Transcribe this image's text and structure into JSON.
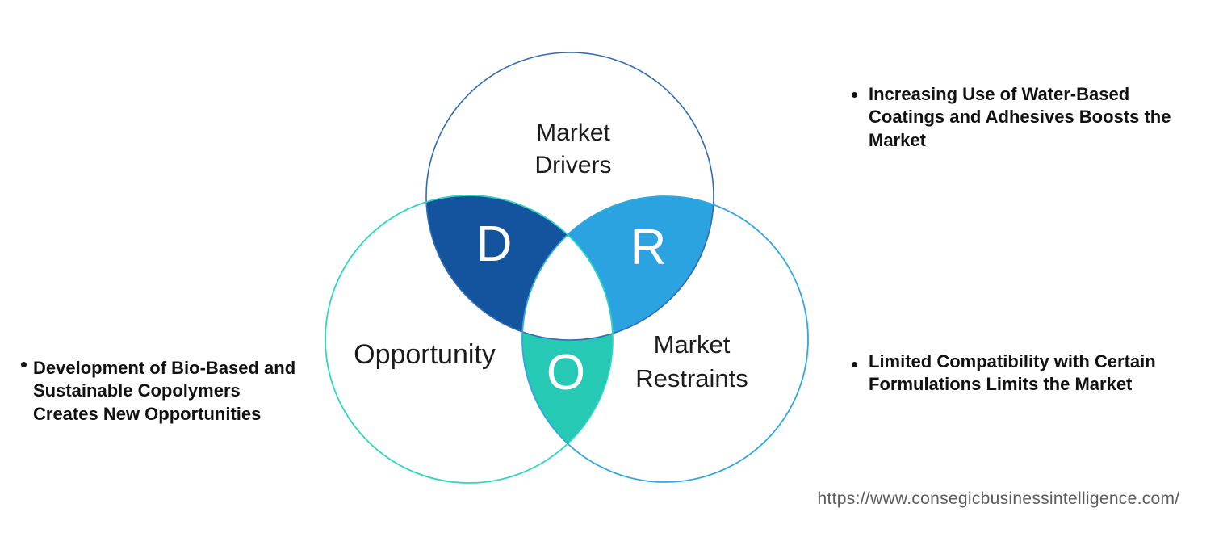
{
  "venn": {
    "drivers": {
      "label_line1": "Market",
      "label_line2": "Drivers",
      "letter": "D"
    },
    "opportunity": {
      "label": "Opportunity",
      "letter": "O"
    },
    "restraints": {
      "label_line1": "Market",
      "label_line2": "Restraints",
      "letter": "R"
    },
    "colors": {
      "petal_drivers_opportunity": "#14549E",
      "petal_drivers_restraints": "#2BA3E0",
      "petal_opportunity_restraints": "#25C9B4",
      "stroke_drivers": "#2F6CB3",
      "stroke_opportunity": "#2DD6C3",
      "stroke_restraints": "#2FA8E0",
      "letter_color": "#FFFFFF",
      "label_color": "#1B1B1B"
    }
  },
  "bullets": {
    "left": {
      "lines": [
        "Development of Bio-Based and",
        "Sustainable Copolymers",
        "Creates New Opportunities"
      ]
    },
    "right_top": {
      "lines": [
        "Increasing Use of Water-Based",
        "Coatings and Adhesives Boosts the",
        "Market"
      ]
    },
    "right_bottom": {
      "lines": [
        "Limited Compatibility with Certain",
        "Formulations Limits the Market"
      ]
    }
  },
  "footer": {
    "url": "https://www.consegicbusinessintelligence.com/",
    "url_color": "#5B5C5E"
  }
}
